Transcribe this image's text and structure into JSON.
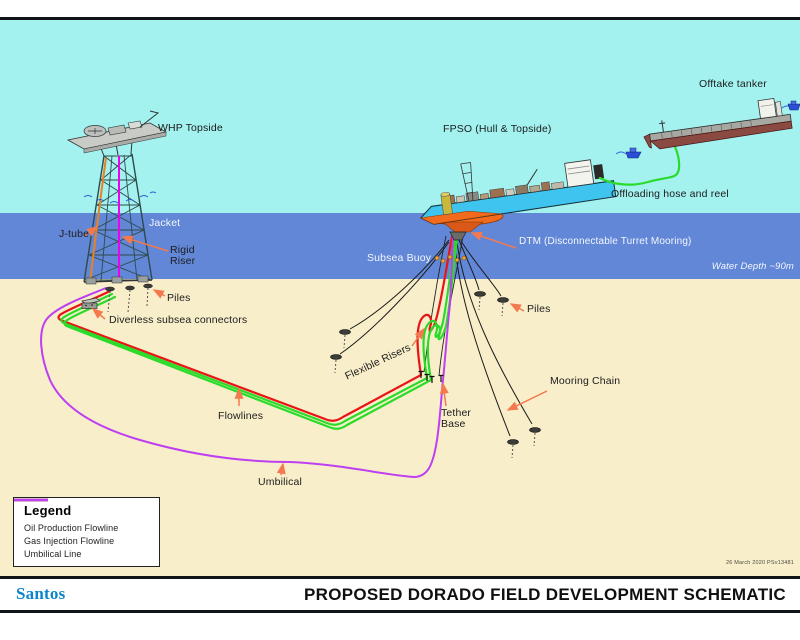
{
  "palette": {
    "sky": "#A3F2F0",
    "water": "#6187D6",
    "seabed": "#F8EECA",
    "arrow": "#F4794E",
    "oil_flowline": "#2ADB2A",
    "gas_flowline": "#E81515",
    "umbilical": "#BE3FF2",
    "dtm_orange": "#F26A1B",
    "fpso_hull": "#3EC4EE",
    "tanker_hull": "#8A4A42",
    "santos_blue": "#0D84CC"
  },
  "labels": {
    "whp_topside": "WHP Topside",
    "jacket": "Jacket",
    "j_tube": "J-tube",
    "rigid_riser": "Rigid Riser",
    "piles_left": "Piles",
    "diverless_connectors": "Diverless subsea connectors",
    "flowlines": "Flowlines",
    "umbilical": "Umbilical",
    "flexible_risers": "Flexible Risers",
    "tether_base": "Tether Base",
    "mooring_chain": "Mooring Chain",
    "piles_right": "Piles",
    "subsea_buoy": "Subsea Buoy",
    "dtm": "DTM (Disconnectable Turret Mooring)",
    "fpso": "FPSO (Hull & Topside)",
    "offtake_tanker": "Offtake tanker",
    "offloading_hose": "Offloading hose and reel",
    "water_depth": "Water Depth ~90m"
  },
  "legend": {
    "title": "Legend",
    "items": [
      {
        "label": "Oil Production Flowline",
        "color": "#2ADB2A"
      },
      {
        "label": "Gas Injection Flowline",
        "color": "#E81515"
      },
      {
        "label": "Umbilical Line",
        "color": "#BE3FF2"
      }
    ]
  },
  "footer": {
    "logo": "Santos",
    "title": "PROPOSED DORADO FIELD DEVELOPMENT SCHEMATIC"
  },
  "plate_note": "26 March 2020   PSv13481"
}
